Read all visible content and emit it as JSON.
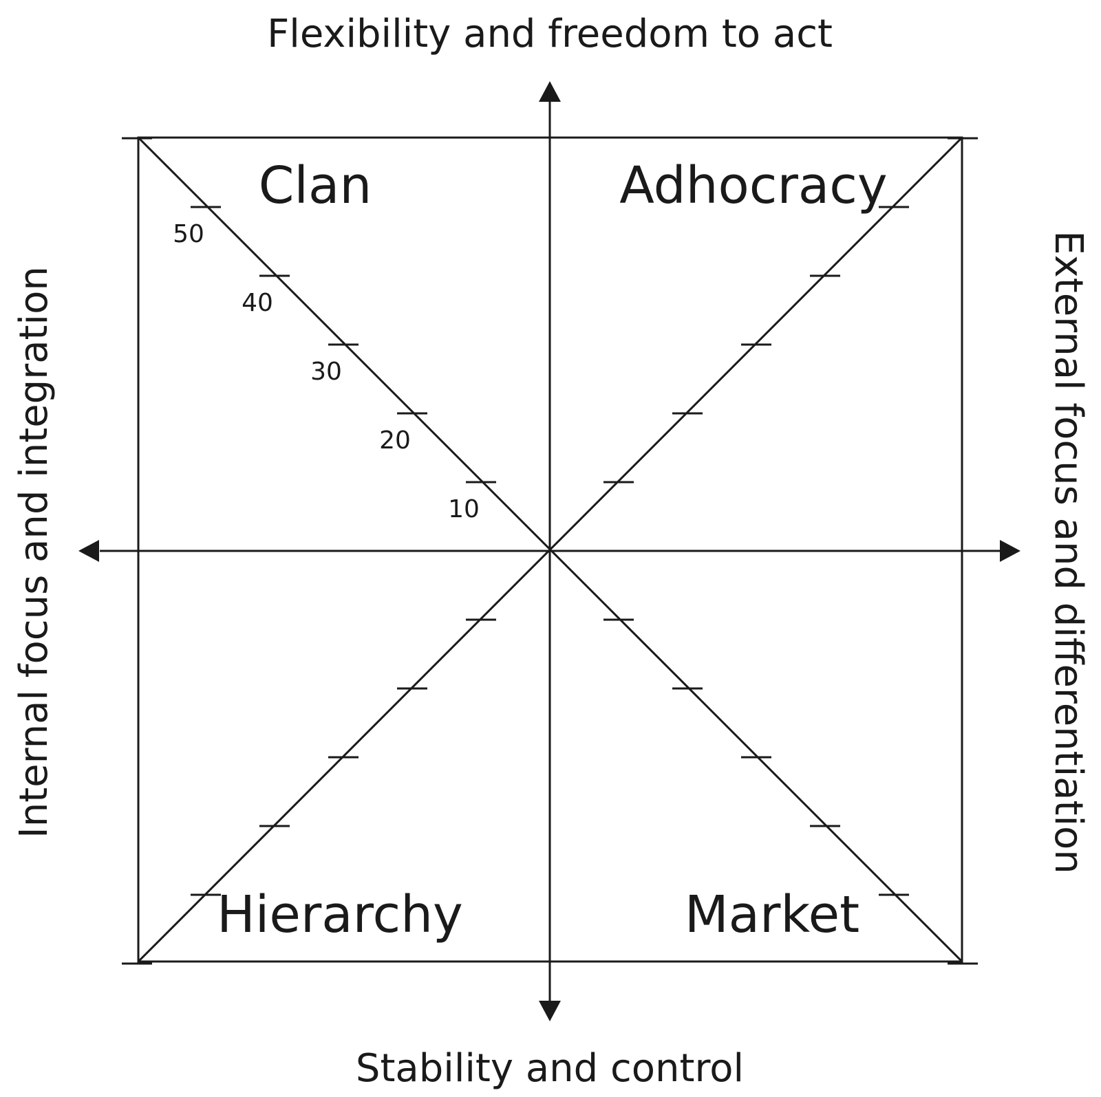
{
  "axes": {
    "top": "Flexibility and freedom to act",
    "bottom": "Stability and control",
    "left": "Internal focus and integration",
    "right": "External focus and differentiation"
  },
  "quadrants": {
    "top_left": "Clan",
    "top_right": "Adhocracy",
    "bottom_left": "Hierarchy",
    "bottom_right": "Market"
  },
  "scale": {
    "ticks_per_diagonal": 6,
    "labels": [
      "10",
      "20",
      "30",
      "40",
      "50"
    ]
  },
  "colors": {
    "line": "#1a1a1a",
    "background": "#ffffff"
  }
}
